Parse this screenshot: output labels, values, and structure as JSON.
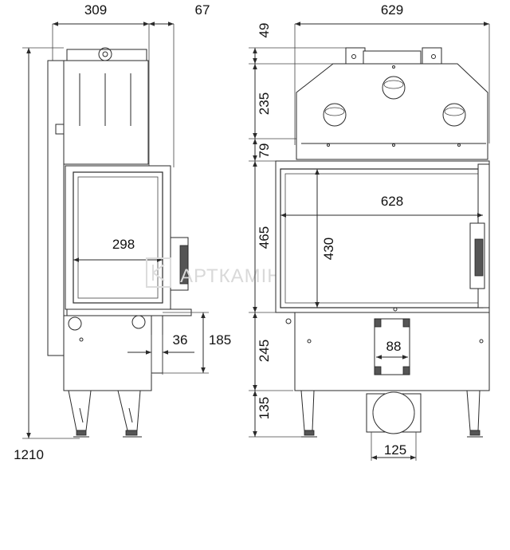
{
  "dimensions": {
    "side_depth": "309",
    "side_offset": "67",
    "front_width": "629",
    "total_height": "1210",
    "top_flange": "49",
    "hood_height": "235",
    "hood_step": "79",
    "firebox_height": "465",
    "base_height": "245",
    "legs_height": "135",
    "glass_width_side": "298",
    "glass_width_front": "628",
    "glass_height": "430",
    "air_inlet": "36",
    "air_inlet_height": "185",
    "flue_width": "88",
    "duct_diameter": "125"
  },
  "watermark": "АРТКАМІН",
  "colors": {
    "line": "#2a2a2a",
    "text": "#111111",
    "watermark": "#d9d9d9"
  }
}
